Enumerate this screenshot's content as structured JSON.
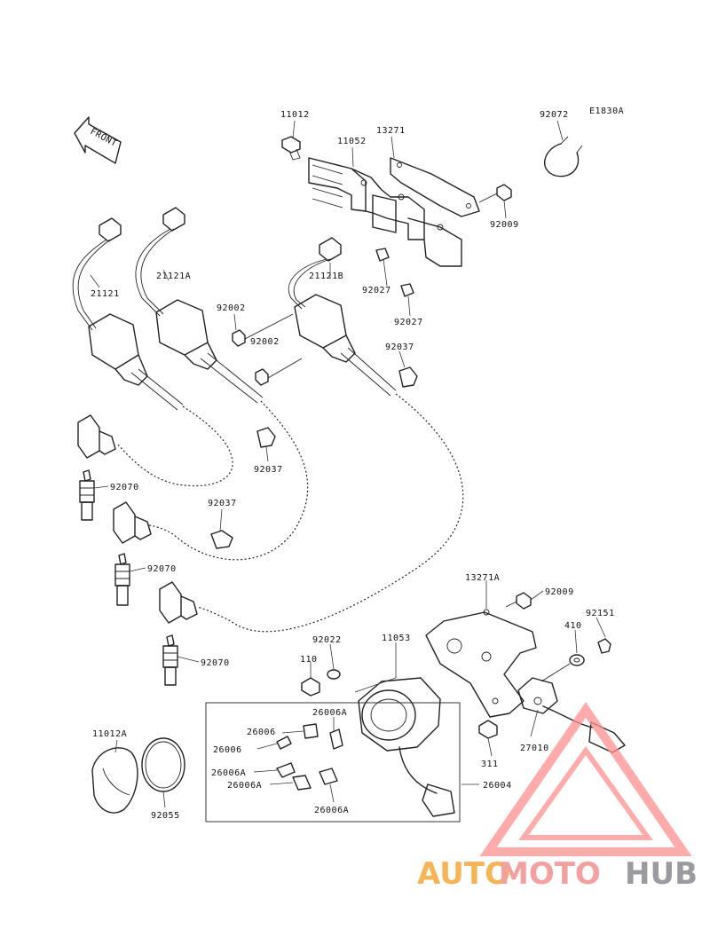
{
  "diagram": {
    "code": "E1830A",
    "front_label": "FRONT",
    "parts": {
      "p11012": "11012",
      "p11052": "11052",
      "p13271": "13271",
      "p92072": "92072",
      "p92009a": "92009",
      "p21121": "21121",
      "p21121A": "21121A",
      "p21121B": "21121B",
      "p92027a": "92027",
      "p92027b": "92027",
      "p92002a": "92002",
      "p92002b": "92002",
      "p92037a": "92037",
      "p92037b": "92037",
      "p92037c": "92037",
      "p92070a": "92070",
      "p92070b": "92070",
      "p92070c": "92070",
      "p13271A": "13271A",
      "p92009b": "92009",
      "p92151": "92151",
      "p410": "410",
      "p92022": "92022",
      "p11053": "11053",
      "p110": "110",
      "p26006a": "26006",
      "p26006b": "26006",
      "p26006A1": "26006A",
      "p26006A2": "26006A",
      "p26006A3": "26006A",
      "p26006A4": "26006A",
      "p26004": "26004",
      "p27010": "27010",
      "p311": "311",
      "p11012A": "11012A",
      "p92055": "92055"
    }
  },
  "watermark": {
    "part1": "AUTO",
    "part2": "MOTO",
    "part3": "HUB"
  }
}
